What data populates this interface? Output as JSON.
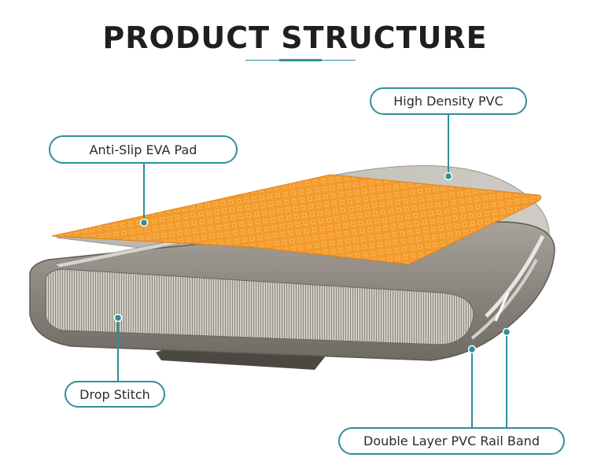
{
  "header": {
    "title": "PRODUCT STRUCTURE"
  },
  "callouts": {
    "high_density_pvc": "High Density PVC",
    "anti_slip_eva_pad": "Anti-Slip EVA Pad",
    "drop_stitch": "Drop Stitch",
    "double_layer_pvc_rail_band": "Double Layer PVC Rail Band"
  },
  "colors": {
    "accent": "#2f8f98",
    "eva_orange": "#f39a2b",
    "pvc_grey": "#8c8780"
  }
}
